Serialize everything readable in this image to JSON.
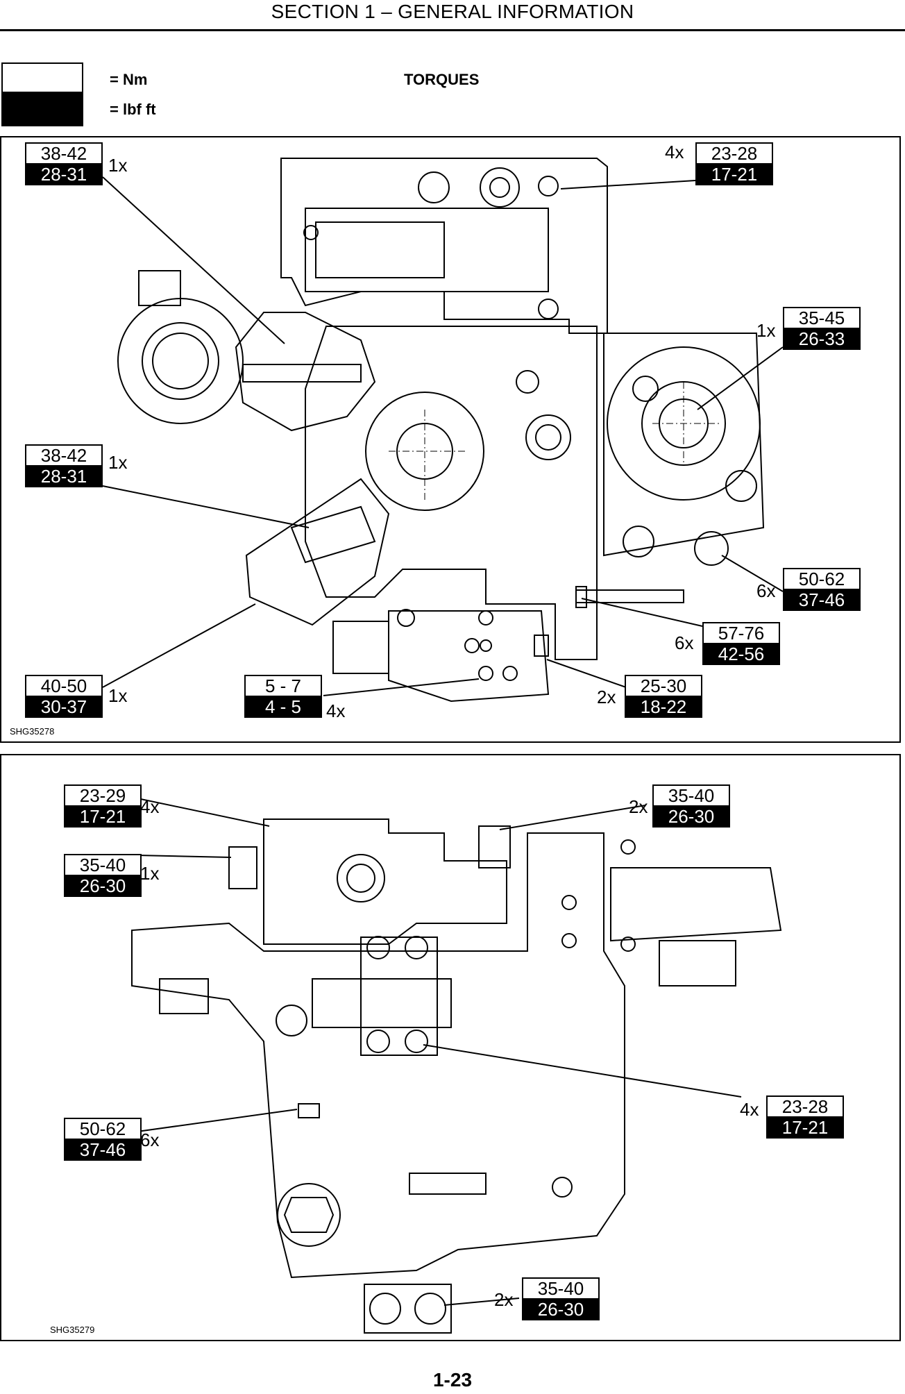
{
  "header": {
    "title": "SECTION 1 – GENERAL INFORMATION"
  },
  "legend": {
    "nm_label": "= Nm",
    "lbf_label": "= lbf ft",
    "title": "TORQUES"
  },
  "figure1": {
    "id": "SHG35278",
    "callouts": [
      {
        "nm": "38-42",
        "lbf": "28-31",
        "qty": "1x"
      },
      {
        "nm": "23-28",
        "lbf": "17-21",
        "qty": "4x"
      },
      {
        "nm": "35-45",
        "lbf": "26-33",
        "qty": "1x"
      },
      {
        "nm": "38-42",
        "lbf": "28-31",
        "qty": "1x"
      },
      {
        "nm": "50-62",
        "lbf": "37-46",
        "qty": "6x"
      },
      {
        "nm": "57-76",
        "lbf": "42-56",
        "qty": "6x"
      },
      {
        "nm": "40-50",
        "lbf": "30-37",
        "qty": "1x"
      },
      {
        "nm": "5 - 7",
        "lbf": "4 - 5",
        "qty": "4x"
      },
      {
        "nm": "25-30",
        "lbf": "18-22",
        "qty": "2x"
      }
    ]
  },
  "figure2": {
    "id": "SHG35279",
    "callouts": [
      {
        "nm": "23-29",
        "lbf": "17-21",
        "qty": "4x"
      },
      {
        "nm": "35-40",
        "lbf": "26-30",
        "qty": "2x"
      },
      {
        "nm": "35-40",
        "lbf": "26-30",
        "qty": "1x"
      },
      {
        "nm": "23-28",
        "lbf": "17-21",
        "qty": "4x"
      },
      {
        "nm": "50-62",
        "lbf": "37-46",
        "qty": "6x"
      },
      {
        "nm": "35-40",
        "lbf": "26-30",
        "qty": "2x"
      }
    ]
  },
  "footer": {
    "page": "1-23"
  }
}
